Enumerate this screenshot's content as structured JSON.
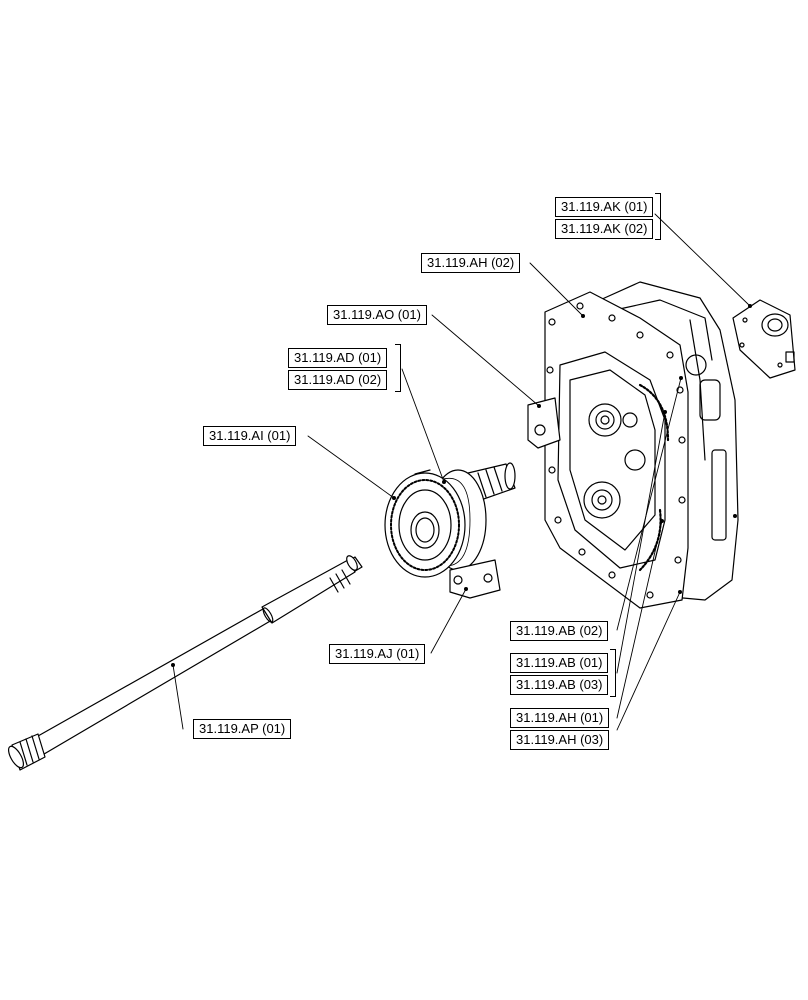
{
  "callouts": {
    "ak01": "31.119.AK (01)",
    "ak02": "31.119.AK (02)",
    "ah02": "31.119.AH (02)",
    "ao01": "31.119.AO (01)",
    "ad01": "31.119.AD (01)",
    "ad02": "31.119.AD (02)",
    "ai01": "31.119.AI (01)",
    "aj01": "31.119.AJ (01)",
    "ap01": "31.119.AP (01)",
    "ab02": "31.119.AB (02)",
    "ab01": "31.119.AB (01)",
    "ab03": "31.119.AB (03)",
    "ah01": "31.119.AH (01)",
    "ah03": "31.119.AH (03)"
  },
  "colors": {
    "line": "#000000",
    "background": "#ffffff"
  }
}
